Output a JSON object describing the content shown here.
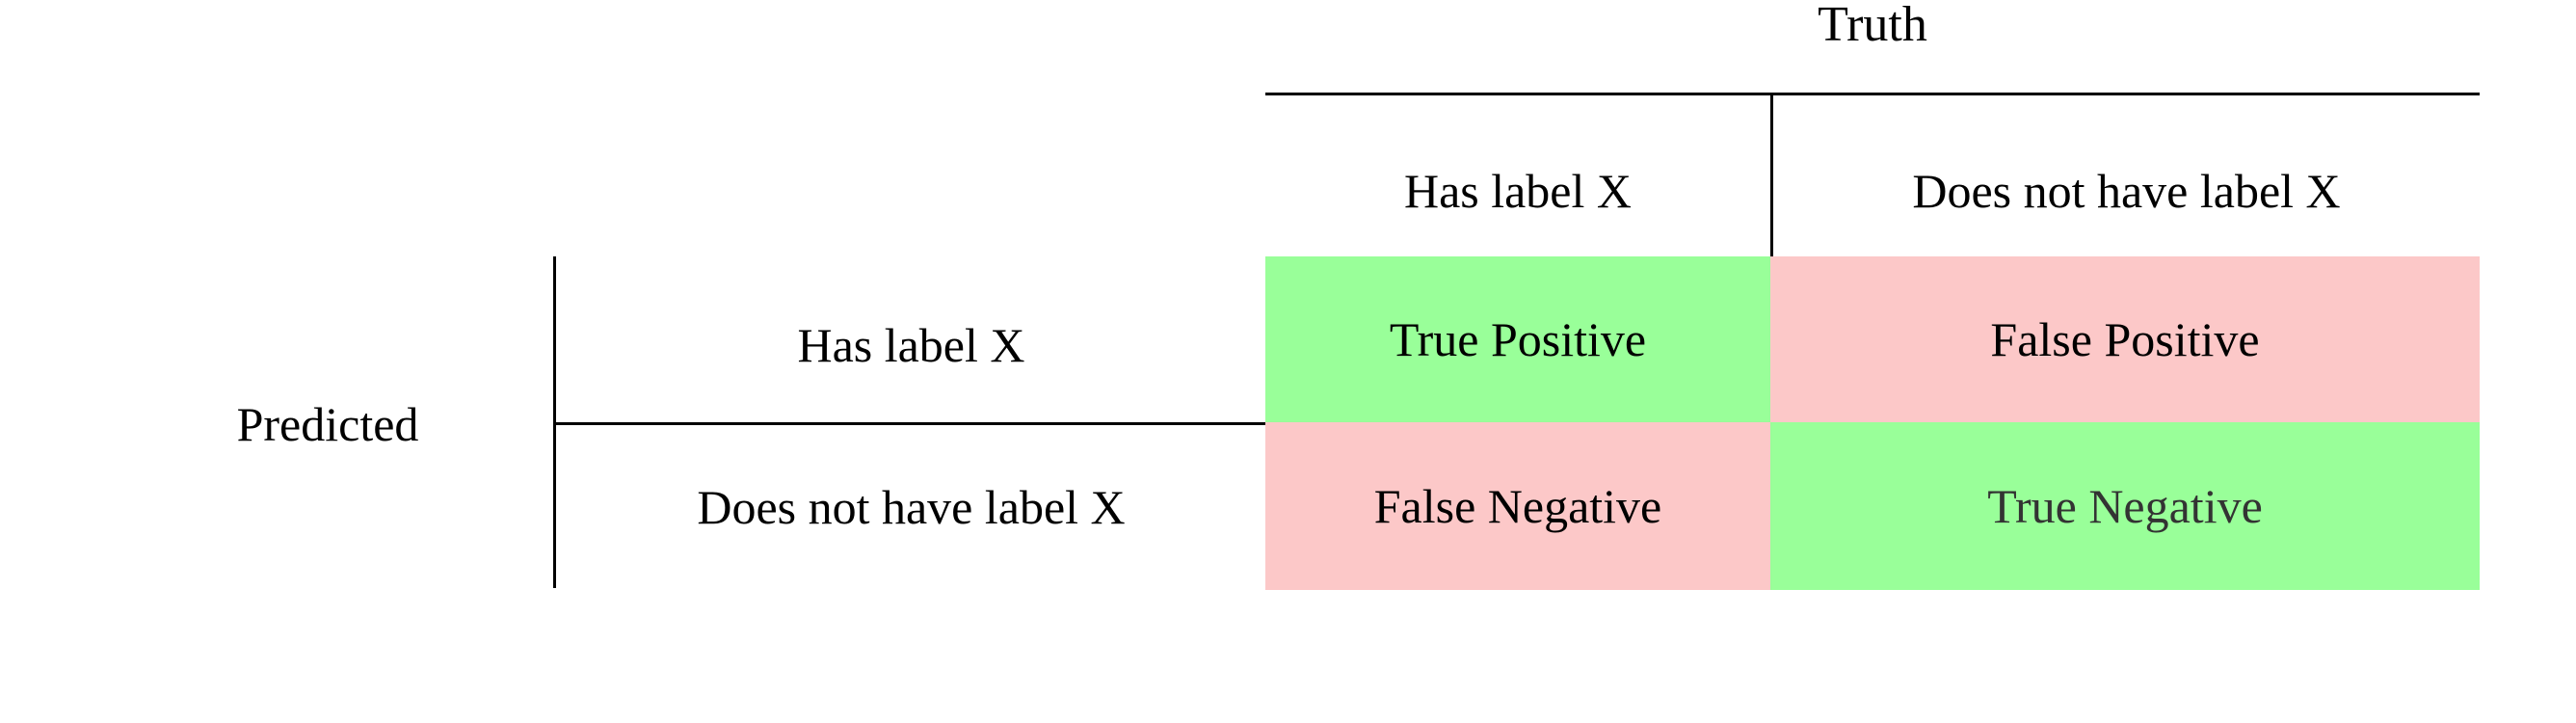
{
  "figure": {
    "kind": "confusion-matrix",
    "truth_axis_title": "Truth",
    "predicted_axis_title": "Predicted",
    "truth_columns": [
      "Has label X",
      "Does not have label X"
    ],
    "predicted_rows": [
      "Has label X",
      "Does not have label X"
    ],
    "cells": [
      {
        "id": "true-positive",
        "label": "True Positive",
        "predicted": "Has label X",
        "truth": "Has label X",
        "fill": "#99FF99",
        "text_color": "#000000"
      },
      {
        "id": "false-positive",
        "label": "False Positive",
        "predicted": "Has label X",
        "truth": "Does not have label X",
        "fill": "#FCC8C8",
        "text_color": "#000000"
      },
      {
        "id": "false-negative",
        "label": "False Negative",
        "predicted": "Does not have label X",
        "truth": "Has label X",
        "fill": "#FCC8C8",
        "text_color": "#000000"
      },
      {
        "id": "true-negative",
        "label": "True Negative",
        "predicted": "Does not have label X",
        "truth": "Does not have label X",
        "fill": "#99FF99",
        "text_color": "#333333"
      }
    ],
    "colors": {
      "correct_fill": "#99FF99",
      "incorrect_fill": "#FCC8C8",
      "rule": "#000000",
      "background": "#FFFFFF",
      "text": "#000000"
    }
  }
}
